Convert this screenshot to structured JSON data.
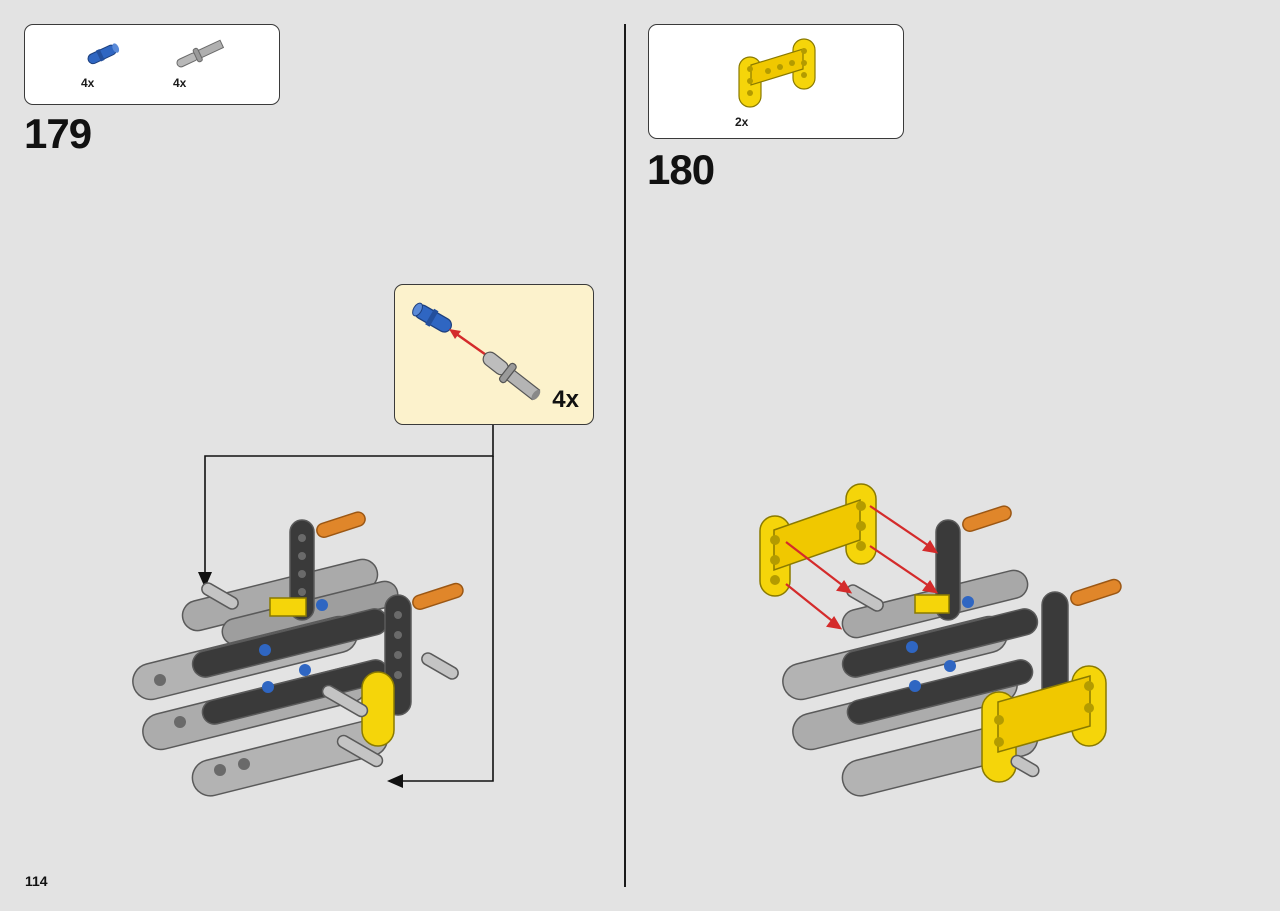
{
  "page_number": "114",
  "steps": [
    {
      "number": "179",
      "parts": [
        {
          "icon": "blue-pin-icon",
          "qty": "4x"
        },
        {
          "icon": "gray-axle-pin-icon",
          "qty": "4x"
        }
      ],
      "callout": {
        "qty": "4x"
      }
    },
    {
      "number": "180",
      "parts": [
        {
          "icon": "yellow-h-frame-icon",
          "qty": "2x"
        }
      ]
    }
  ],
  "colors": {
    "background": "#e3e3e3",
    "callout_bg": "#fcf2cc",
    "light_gray": "#a8a8a8",
    "dark_gray": "#3a3a3a",
    "yellow": "#f5d50a",
    "blue": "#2f66c2",
    "orange": "#e0862a",
    "arrow_red": "#d42b2b"
  }
}
